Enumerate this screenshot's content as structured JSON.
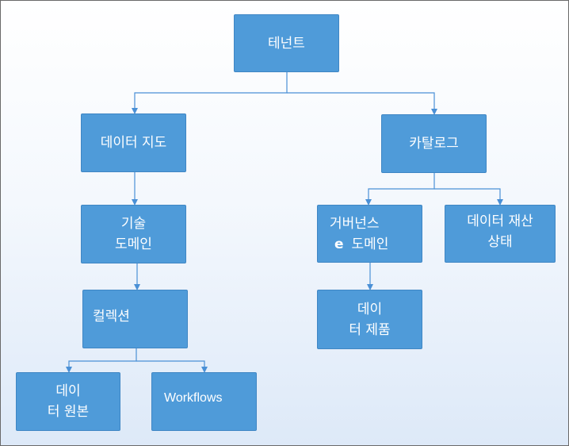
{
  "diagram": {
    "nodes": {
      "tenant": {
        "line1": "테넌트"
      },
      "data_map": {
        "line1": "데이터 지도"
      },
      "catalog": {
        "line1": "카탈로그"
      },
      "technical_domain": {
        "line1": "기술",
        "line2": "도메인"
      },
      "collection": {
        "line1": "컬렉션"
      },
      "data_source": {
        "line1": "데이",
        "line2": "터 원본"
      },
      "workflows": {
        "line1": "Workflows"
      },
      "governance_domain": {
        "line1": "거버넌스",
        "line2_prefix": "e",
        "line2": "도메인"
      },
      "data_asset_status": {
        "line1": "데이터 재산",
        "line2": "상태"
      },
      "data_product": {
        "line1": "데이",
        "line2": "터 제품"
      }
    },
    "colors": {
      "node_fill": "#4f9bd9",
      "connector": "#4a90d6",
      "background_bottom": "#dde9f8"
    }
  }
}
